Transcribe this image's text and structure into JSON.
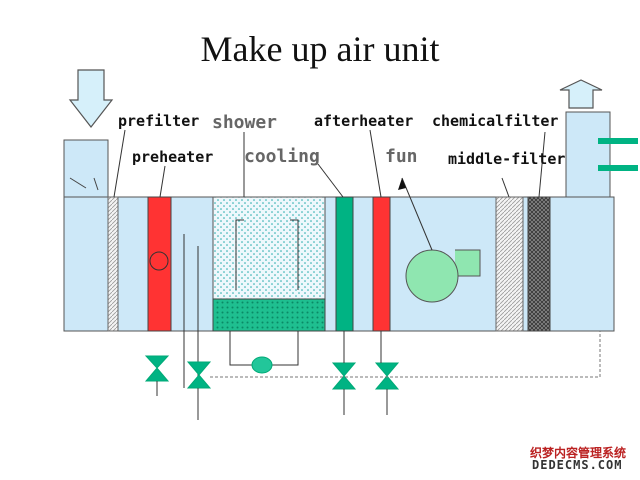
{
  "title": "Make up air unit",
  "labels": {
    "prefilter": "prefilter",
    "preheater": "preheater",
    "shower": "shower",
    "cooling": "cooling",
    "afterheater": "afterheater",
    "fun": "fun",
    "chemicalfilter": "chemicalfilter",
    "middle_filter": "middle-filter"
  },
  "watermark": {
    "line1": "织梦内容管理系统",
    "line2": "DEDECMS.COM"
  },
  "colors": {
    "duct": "#cde8f8",
    "heater": "#ff3333",
    "coil": "#00b383",
    "water": "#22c69a",
    "arrow": "#d6f0fa"
  }
}
